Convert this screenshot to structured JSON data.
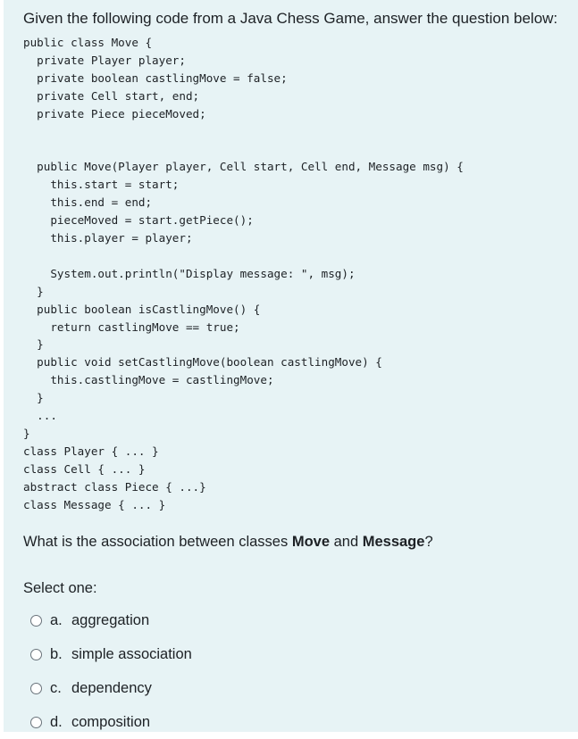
{
  "question": {
    "intro": "Given the following code from a Java Chess Game, answer the question below:",
    "code": "public class Move {\n  private Player player;\n  private boolean castlingMove = false;\n  private Cell start, end;\n  private Piece pieceMoved;\n\n\n  public Move(Player player, Cell start, Cell end, Message msg) {\n    this.start = start;\n    this.end = end;\n    pieceMoved = start.getPiece();\n    this.player = player;\n\n    System.out.println(\"Display message: \", msg);\n  }\n  public boolean isCastlingMove() {\n    return castlingMove == true;\n  }\n  public void setCastlingMove(boolean castlingMove) {\n    this.castlingMove = castlingMove;\n  }\n  ...\n}\nclass Player { ... }\nclass Cell { ... }\nabstract class Piece { ...}\nclass Message { ... }",
    "prompt_prefix": "What is the association between classes ",
    "class_a": "Move",
    "prompt_mid": " and ",
    "class_b": "Message",
    "prompt_suffix": "?"
  },
  "select_one_label": "Select one:",
  "answers": [
    {
      "letter": "a.",
      "text": "aggregation"
    },
    {
      "letter": "b.",
      "text": "simple association"
    },
    {
      "letter": "c.",
      "text": "dependency"
    },
    {
      "letter": "d.",
      "text": "composition"
    }
  ]
}
